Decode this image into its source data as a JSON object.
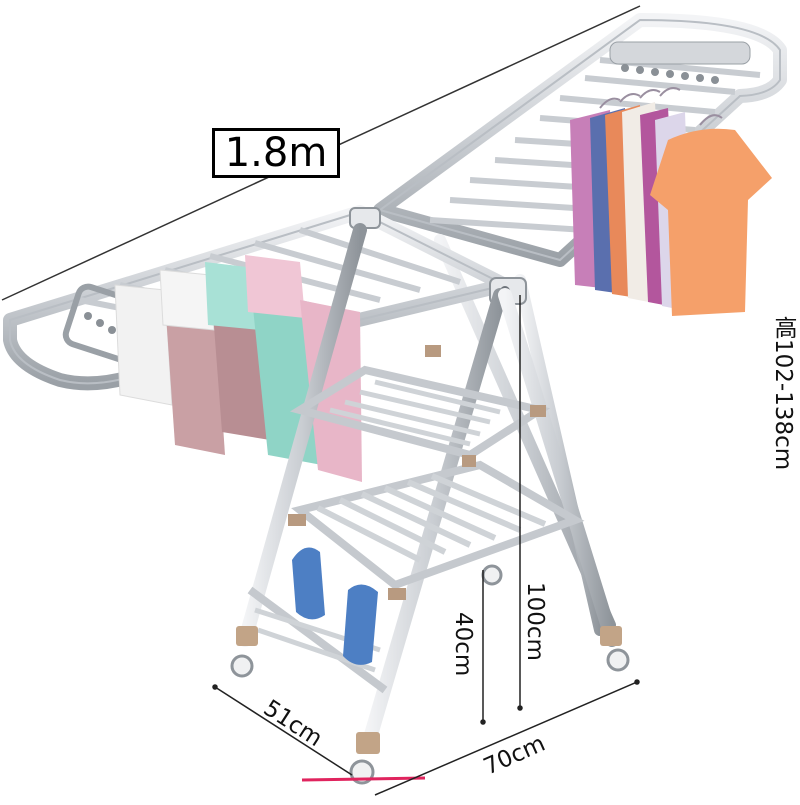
{
  "product": {
    "name": "folding clothes drying rack",
    "length_label": "1.8m",
    "height_label": "高102-138cm",
    "dim_100": "100cm",
    "dim_40": "40cm",
    "dim_51": "51cm",
    "dim_70": "70cm"
  },
  "colors": {
    "frame": "#d6d9dd",
    "frame_dark": "#9aa0a6",
    "towel_white": "#f2f2f2",
    "towel_pink": "#c9a0a4",
    "towel_mint": "#8fd4c6",
    "towel_light_pink": "#e8b6c8",
    "shirt_orange": "#f4a26d",
    "slipper_blue": "#4d7fc4",
    "accent_red": "#e0245e"
  }
}
